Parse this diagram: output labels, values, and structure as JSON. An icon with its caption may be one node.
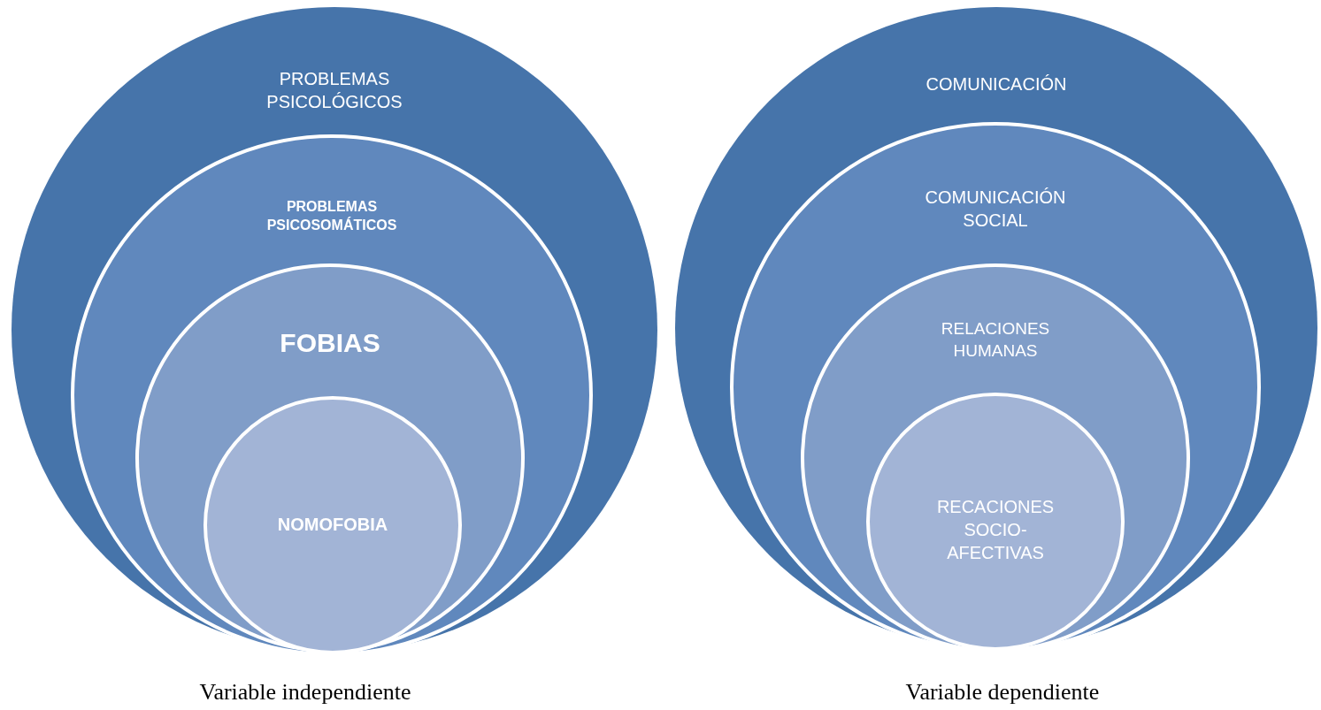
{
  "diagram": {
    "nodes": [
      {
        "text": [
          "PROBLEMAS PSICOLÓGICOS"
        ]
      },
      {
        "text": [
          "PROBLEMAS PSICOSOMÁTICOS"
        ],
        "in": 0
      },
      {
        "text": [
          "FOBIAS"
        ],
        "in": 1
      },
      {
        "text": [
          "NOMOFOBIA"
        ],
        "in": 2
      },
      {
        "text": [
          "COMUNICACIÓN"
        ]
      },
      {
        "text": [
          "COMUNICACIÓN SOCIAL"
        ],
        "in": 4
      },
      {
        "text": [
          "RELACIONES HUMANAS"
        ],
        "in": 5
      },
      {
        "text": [
          "RECACIONES SOCIO-AFECTIVAS"
        ],
        "in": 6
      }
    ],
    "edges": [],
    "labels": [
      "Variable independiente",
      "Variable dependiente"
    ]
  }
}
